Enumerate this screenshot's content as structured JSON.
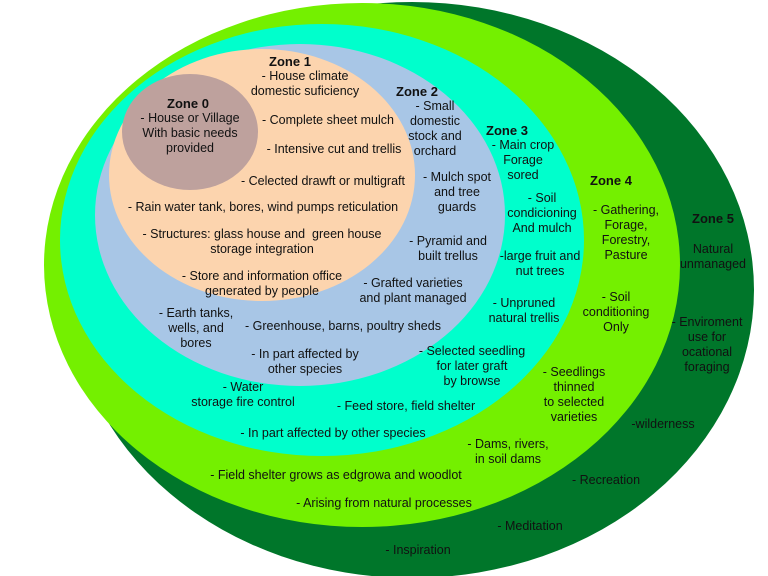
{
  "colors": {
    "zone5": "#00762a",
    "zone4": "#74f000",
    "zone3": "#00ffcc",
    "zone2": "#a8c6e6",
    "zone1": "#fcd4ae",
    "zone0": "#bea19d"
  },
  "zone0": {
    "title": "Zone 0",
    "items": [
      "- House or Village\nWith basic needs\nprovided"
    ]
  },
  "zone1": {
    "title": "Zone 1",
    "items": [
      "- House climate\ndomestic suficiency",
      "- Complete sheet mulch",
      "- Intensive cut and trellis",
      "- Celected drawft or multigraft",
      "- Rain water tank, bores, wind pumps reticulation",
      "- Structures: glass house and  green house\nstorage integration",
      "- Store and information office\ngenerated by people"
    ]
  },
  "zone2": {
    "title": "Zone 2",
    "items": [
      "- Small\ndomestic\nstock and\norchard",
      "- Mulch spot\nand tree\nguards",
      "- Pyramid and\nbuilt trellus",
      "- Grafted varieties\nand plant managed",
      "- Earth tanks,\nwells, and\nbores",
      "- Greenhouse, barns, poultry sheds",
      "- In part affected by\nother species"
    ]
  },
  "zone3": {
    "title": "Zone 3",
    "items": [
      "- Main crop\nForage\nsored",
      "- Soil\ncondicioning\nAnd mulch",
      "-large fruit and\nnut trees",
      "- Unpruned\nnatural trellis",
      "- Selected seedling\nfor later graft\nby browse",
      "- Water\nstorage fire control",
      "- Feed store, field shelter",
      "- In part affected by other species"
    ]
  },
  "zone4": {
    "title": "Zone 4",
    "items": [
      "- Gathering,\nForage,\nForestry,\nPasture",
      "- Soil\nconditioning\nOnly",
      "- Seedlings\nthinned\nto selected\nvarieties",
      "- Dams, rivers,\nin soil dams",
      "- Field shelter grows as edgrowa and woodlot",
      "- Arising from natural processes"
    ]
  },
  "zone5": {
    "title": "Zone 5",
    "items": [
      "Natural\nunmanaged",
      "- Enviroment\nuse for\nocational\nforaging",
      "-wilderness",
      "- Recreation",
      "- Meditation",
      "- Inspiration"
    ]
  }
}
